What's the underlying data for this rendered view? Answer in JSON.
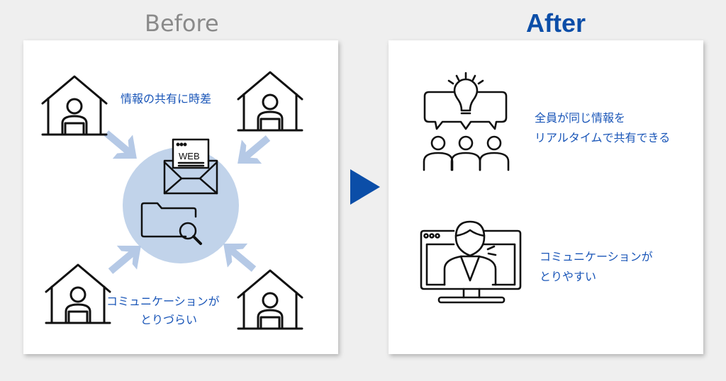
{
  "titles": {
    "before": "Before",
    "after": "After"
  },
  "before": {
    "caption_top": "情報の共有に時差",
    "caption_bottom_line1": "コミュニケーションが",
    "caption_bottom_line2": "とりづらい",
    "web_label": "WEB"
  },
  "after": {
    "item1_line1": "全員が同じ情報を",
    "item1_line2": "リアルタイムで共有できる",
    "item2_line1": "コミュニケーションが",
    "item2_line2": "とりやすい"
  },
  "colors": {
    "accent": "#0b4ea8",
    "text_blue": "#1a56b8",
    "circle": "#c1d3ea",
    "arrow_light": "#b5c9e6"
  }
}
